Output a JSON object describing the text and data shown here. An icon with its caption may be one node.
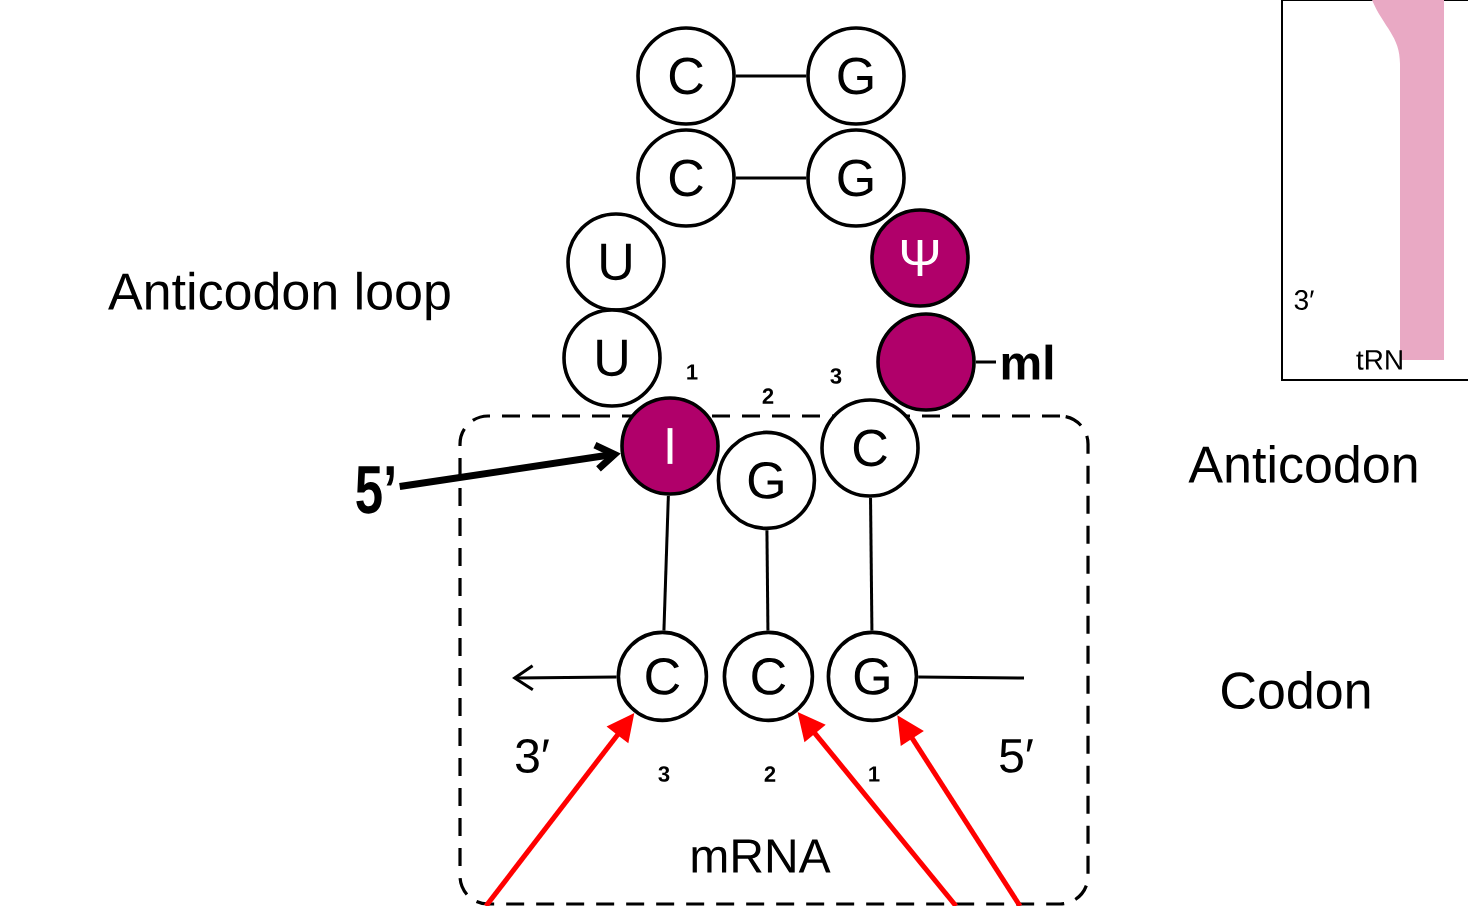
{
  "diagram": {
    "nodes": [
      {
        "text": [
          "C"
        ]
      },
      {
        "text": [
          "G"
        ]
      },
      {
        "text": [
          "C"
        ]
      },
      {
        "text": [
          "G"
        ]
      },
      {
        "text": [
          "U"
        ]
      },
      {
        "text": [
          "Ψ"
        ]
      },
      {
        "text": [
          "U"
        ]
      },
      {
        "text": [],
        "shape": "circle",
        "beside": [
          "ml"
        ]
      },
      {
        "text": [],
        "shape": "box"
      },
      {
        "text": [
          "I"
        ]
      },
      {
        "text": [
          "G"
        ],
        "in": 8
      },
      {
        "text": [
          "C"
        ]
      },
      {
        "text": [
          "C"
        ],
        "in": 8
      },
      {
        "text": [
          "C"
        ],
        "in": 8
      },
      {
        "text": [
          "G"
        ],
        "in": 8
      },
      {
        "text": [
          "5’"
        ]
      },
      {
        "text": [
          "3′",
          "tRN"
        ]
      }
    ],
    "edges": [
      {
        "from": 0,
        "to": 1,
        "arrow": "none"
      },
      {
        "from": 2,
        "to": 3,
        "arrow": "none"
      },
      {
        "from": 9,
        "to": 12,
        "arrow": "none"
      },
      {
        "from": 10,
        "to": 13,
        "arrow": "none"
      },
      {
        "from": 11,
        "to": 14,
        "arrow": "none"
      },
      {
        "from": 12,
        "to": null,
        "arrow": "to"
      },
      {
        "from": 14,
        "to": null,
        "arrow": "none"
      },
      {
        "from": 15,
        "to": 9,
        "arrow": "to",
        "style": "thick"
      },
      {
        "from": null,
        "to": 12,
        "arrow": "to",
        "color": "#ff0000"
      },
      {
        "from": null,
        "to": 13,
        "arrow": "to",
        "color": "#ff0000"
      },
      {
        "from": null,
        "to": 14,
        "arrow": "to",
        "color": "#ff0000"
      }
    ],
    "labels": [
      "Anticodon loop",
      "1",
      "2",
      "3",
      "Anticodon",
      "Codon",
      "3′",
      "5′",
      "3",
      "2",
      "1",
      "mRNA"
    ]
  }
}
